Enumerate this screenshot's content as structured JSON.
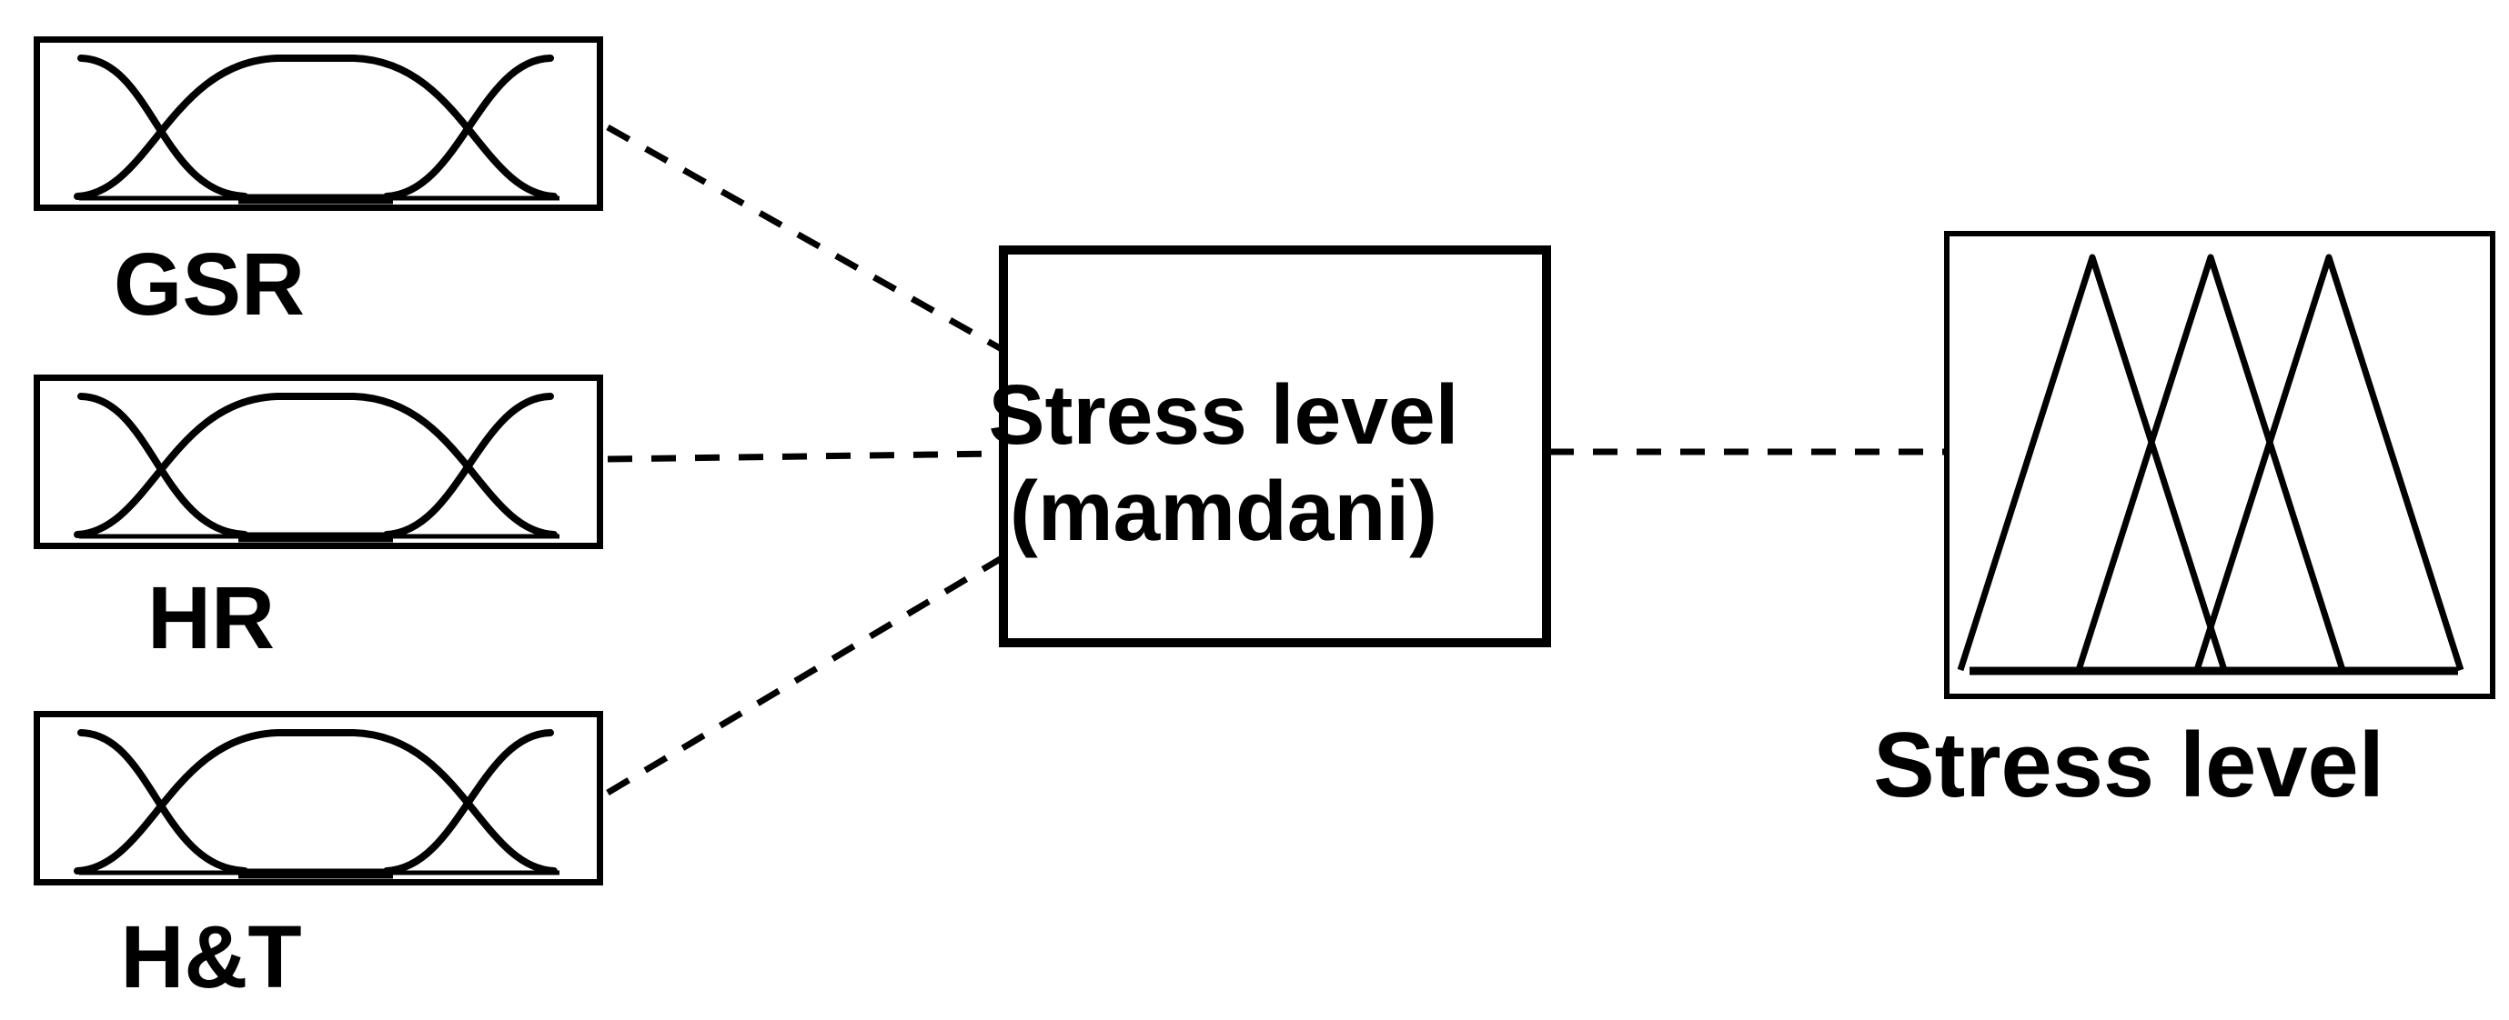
{
  "colors": {
    "ink": "#000000",
    "background": "#ffffff"
  },
  "inputs": [
    {
      "label": "GSR"
    },
    {
      "label": "HR"
    },
    {
      "label": "H&T"
    }
  ],
  "controller": {
    "line1": "Stress level",
    "line2": "(mamdani)"
  },
  "output": {
    "label": "Stress level"
  }
}
